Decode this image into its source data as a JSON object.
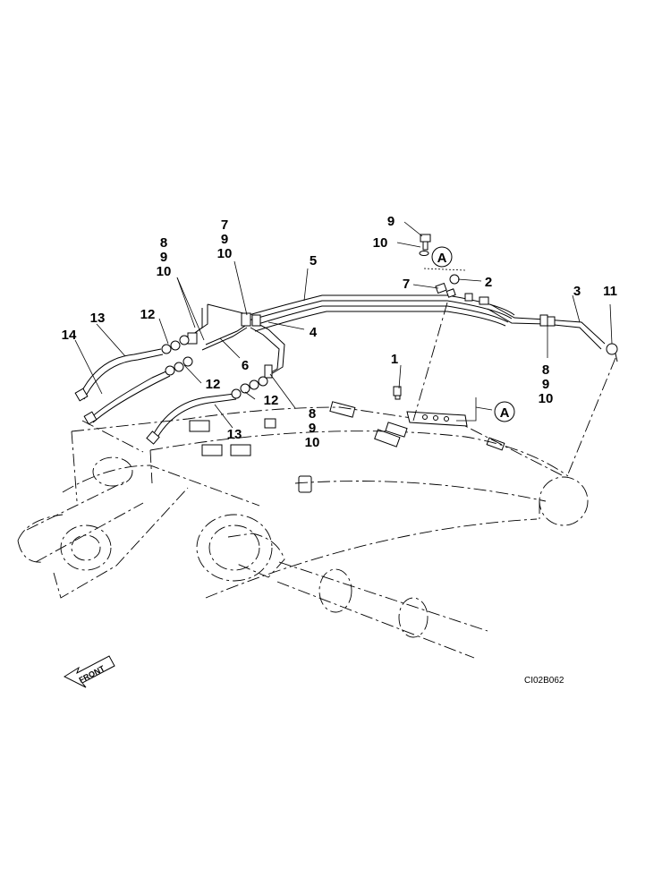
{
  "callouts": {
    "c1": "1",
    "c2": "2",
    "c3": "3",
    "c4": "4",
    "c5": "5",
    "c6": "6",
    "c7_top": "7",
    "c9_top": "9",
    "c10_top": "10",
    "c8_a": "8",
    "c9_a": "9",
    "c10_a": "10",
    "c9_bolt": "9",
    "c10_bolt": "10",
    "c7_right": "7",
    "c11": "11",
    "c8_b": "8",
    "c9_b": "9",
    "c10_b": "10",
    "c8_c": "8",
    "c9_c": "9",
    "c10_c": "10",
    "c12_a": "12",
    "c12_b": "12",
    "c12_c": "12",
    "c13_a": "13",
    "c13_b": "13",
    "c14": "14"
  },
  "detail_markers": {
    "top": "A",
    "bottom": "A"
  },
  "front_arrow_label": "FRONT",
  "drawing_code": "CI02B062"
}
